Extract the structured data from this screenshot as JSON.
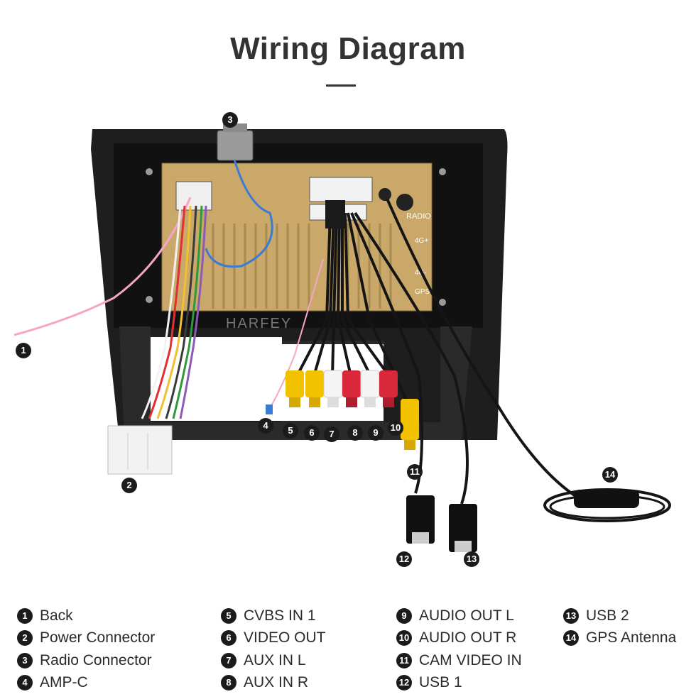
{
  "title": "Wiring Diagram",
  "brand_watermark": "HARFEY",
  "unit_labels": {
    "radio": "RADIO",
    "port_4g_a": "4G+",
    "port_4g_b": "4G-",
    "gps": "GPS"
  },
  "callouts": [
    "1",
    "2",
    "3",
    "4",
    "5",
    "6",
    "7",
    "8",
    "9",
    "10",
    "11",
    "12",
    "13",
    "14"
  ],
  "legend": [
    [
      {
        "num": "1",
        "label": "Back"
      },
      {
        "num": "2",
        "label": "Power Connector"
      },
      {
        "num": "3",
        "label": "Radio Connector"
      },
      {
        "num": "4",
        "label": "AMP-C"
      }
    ],
    [
      {
        "num": "5",
        "label": "CVBS IN 1"
      },
      {
        "num": "6",
        "label": "VIDEO OUT"
      },
      {
        "num": "7",
        "label": "AUX IN L"
      },
      {
        "num": "8",
        "label": "AUX IN R"
      }
    ],
    [
      {
        "num": "9",
        "label": "AUDIO OUT L"
      },
      {
        "num": "10",
        "label": "AUDIO OUT R"
      },
      {
        "num": "11",
        "label": "CAM VIDEO IN"
      },
      {
        "num": "12",
        "label": "USB 1"
      }
    ],
    [
      {
        "num": "13",
        "label": "USB 2"
      },
      {
        "num": "14",
        "label": "GPS Antenna"
      }
    ]
  ],
  "colors": {
    "frame": "#1e1e1e",
    "heatsink": "#c9a86a",
    "rca_yellow": "#f2c200",
    "rca_white": "#f4f4f4",
    "rca_red": "#d8283a",
    "cable": "#151515",
    "wire_pink": "#f5a6c8",
    "wire_blue": "#3a7bd5"
  }
}
